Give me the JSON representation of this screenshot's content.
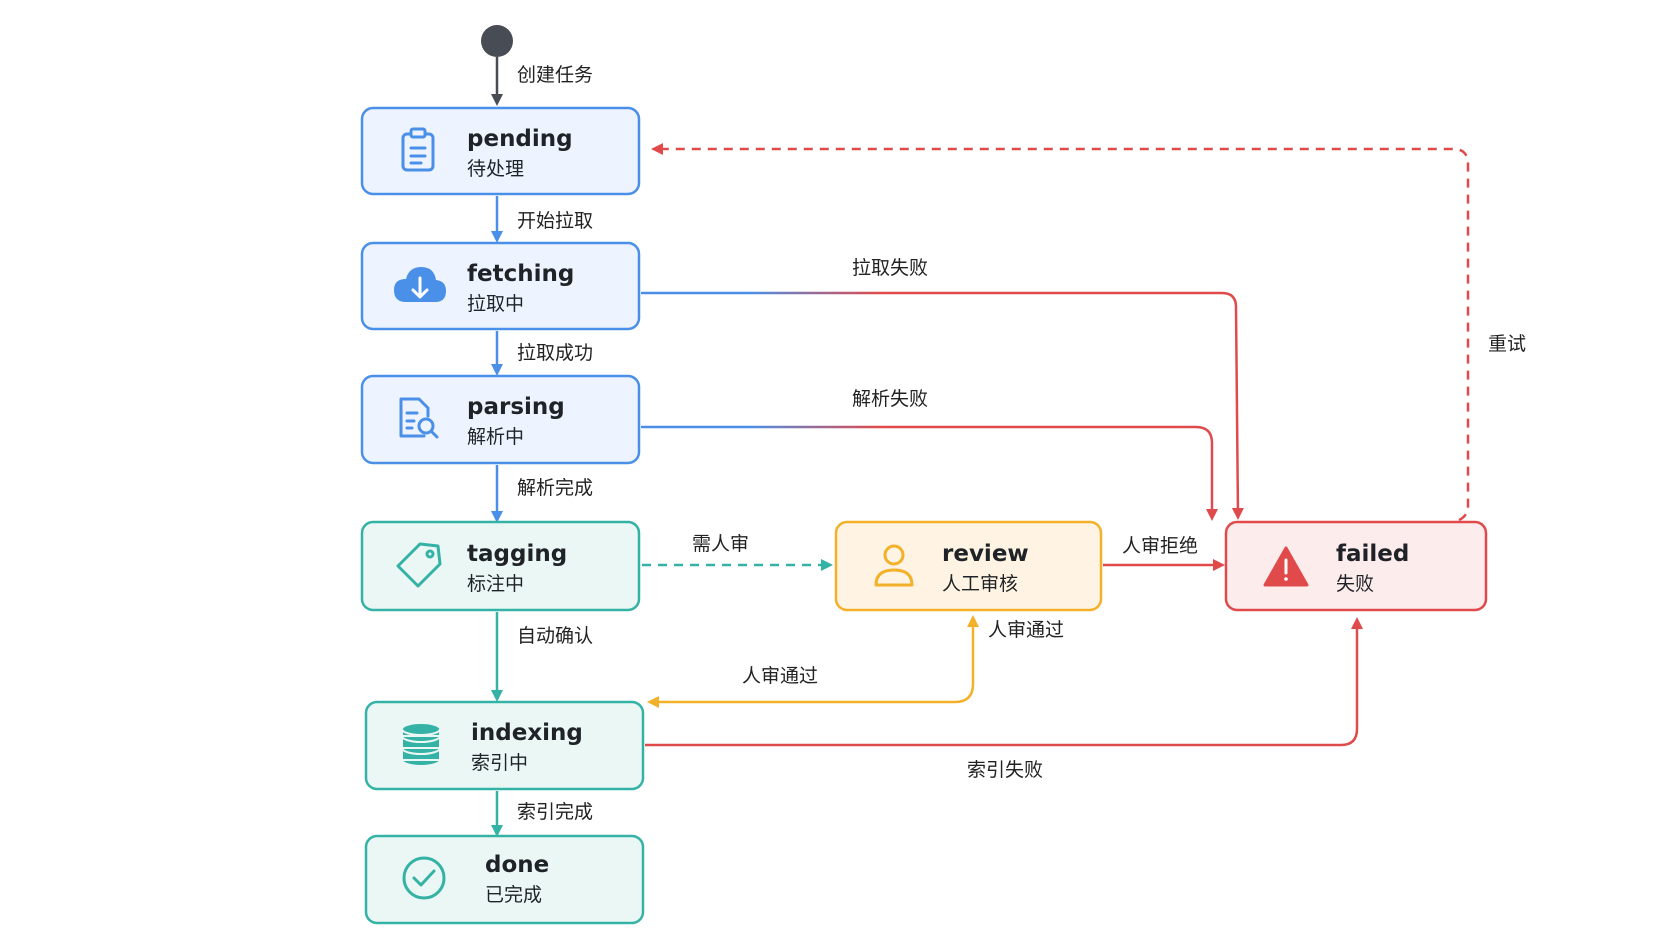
{
  "colors": {
    "blue": "#4a8fe8",
    "blue_fill": "#edf4ff",
    "teal": "#35b2a6",
    "teal_fill": "#eaf7f5",
    "orange": "#f3b12a",
    "orange_fill": "#fff4e3",
    "red": "#e04a4a",
    "red_fill": "#fdecec",
    "start": "#474c55"
  },
  "states": {
    "pending": {
      "title": "pending",
      "subtitle": "待处理",
      "icon": "clipboard-icon"
    },
    "fetching": {
      "title": "fetching",
      "subtitle": "拉取中",
      "icon": "cloud-download-icon"
    },
    "parsing": {
      "title": "parsing",
      "subtitle": "解析中",
      "icon": "document-search-icon"
    },
    "tagging": {
      "title": "tagging",
      "subtitle": "标注中",
      "icon": "tag-icon"
    },
    "review": {
      "title": "review",
      "subtitle": "人工审核",
      "icon": "person-icon"
    },
    "failed": {
      "title": "failed",
      "subtitle": "失败",
      "icon": "warning-icon"
    },
    "indexing": {
      "title": "indexing",
      "subtitle": "索引中",
      "icon": "database-icon"
    },
    "done": {
      "title": "done",
      "subtitle": "已完成",
      "icon": "check-circle-icon"
    }
  },
  "transitions": {
    "create_task": "创建任务",
    "start_fetch": "开始拉取",
    "fetch_success": "拉取成功",
    "parse_done": "解析完成",
    "auto_confirm": "自动确认",
    "index_done": "索引完成",
    "fetch_fail": "拉取失败",
    "parse_fail": "解析失败",
    "needs_review": "需人审",
    "review_reject": "人审拒绝",
    "review_pass_right": "人审通过",
    "review_pass_left": "人审通过",
    "index_fail": "索引失败",
    "retry": "重试"
  }
}
